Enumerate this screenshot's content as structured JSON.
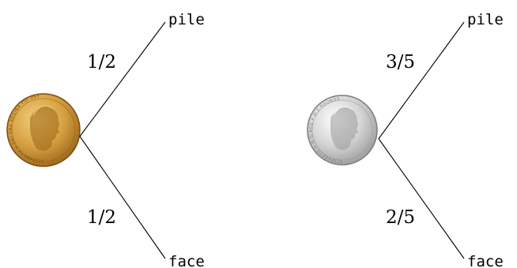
{
  "trees": [
    {
      "coin": {
        "name": "gold coin",
        "icon": "queen-profile-coin",
        "rim_text": "ELIZABETH II DEI GRA REGINA FID DEF",
        "colors": {
          "light": "#f3cf79",
          "mid": "#d6a042",
          "dark": "#9a6418",
          "edge": "#7a4d10"
        }
      },
      "branches": [
        {
          "probability": "1/2",
          "outcome": "pile"
        },
        {
          "probability": "1/2",
          "outcome": "face"
        }
      ]
    },
    {
      "coin": {
        "name": "silver coin",
        "icon": "queen-profile-coin",
        "rim_text": "ELIZABETH II D G REG F D 2 POUNDS",
        "colors": {
          "light": "#ffffff",
          "mid": "#d3d3d3",
          "dark": "#9a9a9a",
          "edge": "#7d7d7d"
        }
      },
      "branches": [
        {
          "probability": "3/5",
          "outcome": "pile"
        },
        {
          "probability": "2/5",
          "outcome": "face"
        }
      ]
    }
  ]
}
